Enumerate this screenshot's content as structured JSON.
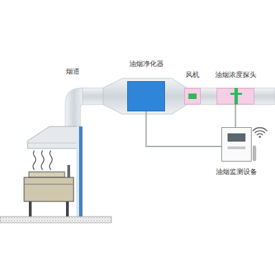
{
  "diagram": {
    "nodes": [
      {
        "text": [
          "油烟净化器"
        ]
      },
      {
        "text": [
          "风机"
        ]
      },
      {
        "text": [
          "油烟浓度探头"
        ]
      },
      {
        "text": [
          "油烟监测设备"
        ]
      }
    ],
    "edges": [
      {
        "from": 0,
        "to": 3,
        "arrow": "none"
      },
      {
        "from": 2,
        "to": 3,
        "arrow": "none"
      }
    ],
    "labels": [
      "烟道"
    ]
  }
}
